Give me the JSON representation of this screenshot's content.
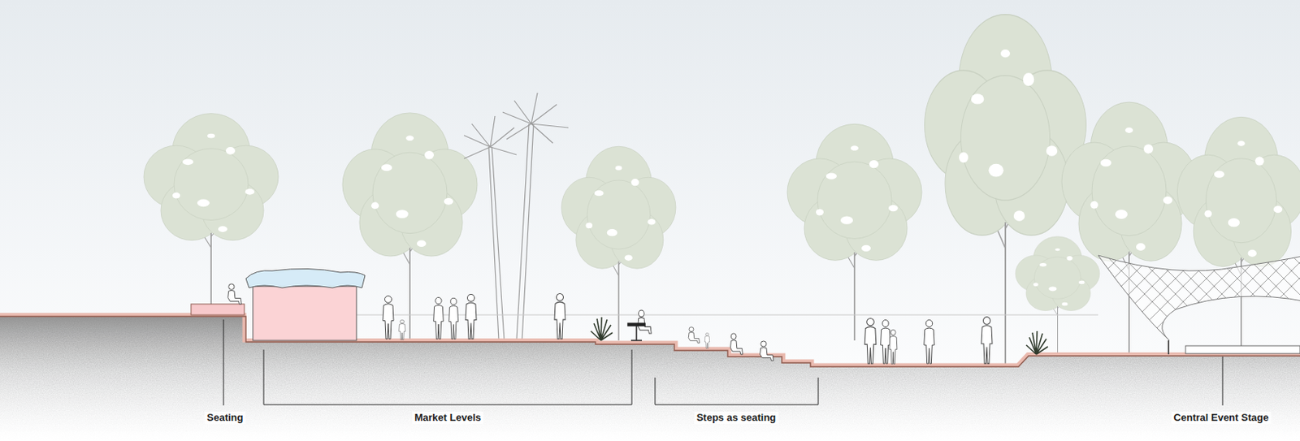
{
  "diagram": {
    "labels": [
      "Seating",
      "Market Levels",
      "Steps as seating",
      "Central Event Stage"
    ]
  }
}
